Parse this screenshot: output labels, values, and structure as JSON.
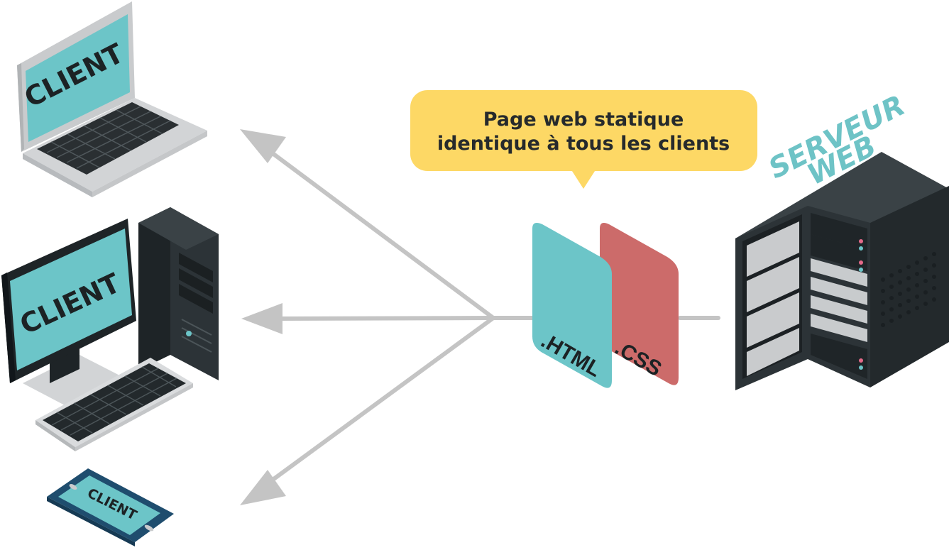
{
  "clients": {
    "laptop_label": "CLIENT",
    "desktop_label": "CLIENT",
    "phone_label": "CLIENT"
  },
  "server": {
    "label_line1": "SERVEUR",
    "label_line2": "WEB"
  },
  "files": {
    "html_label": ".HTML",
    "css_label": ".CSS"
  },
  "bubble": {
    "line1": "Page web statique",
    "line2": "identique à tous les clients"
  },
  "colors": {
    "teal": "#6cc5c8",
    "coral": "#cc6b6a",
    "bubble": "#fdd865",
    "arrow": "#c4c4c4",
    "dark": "#262d30",
    "server_label": "#6ec3c6"
  }
}
